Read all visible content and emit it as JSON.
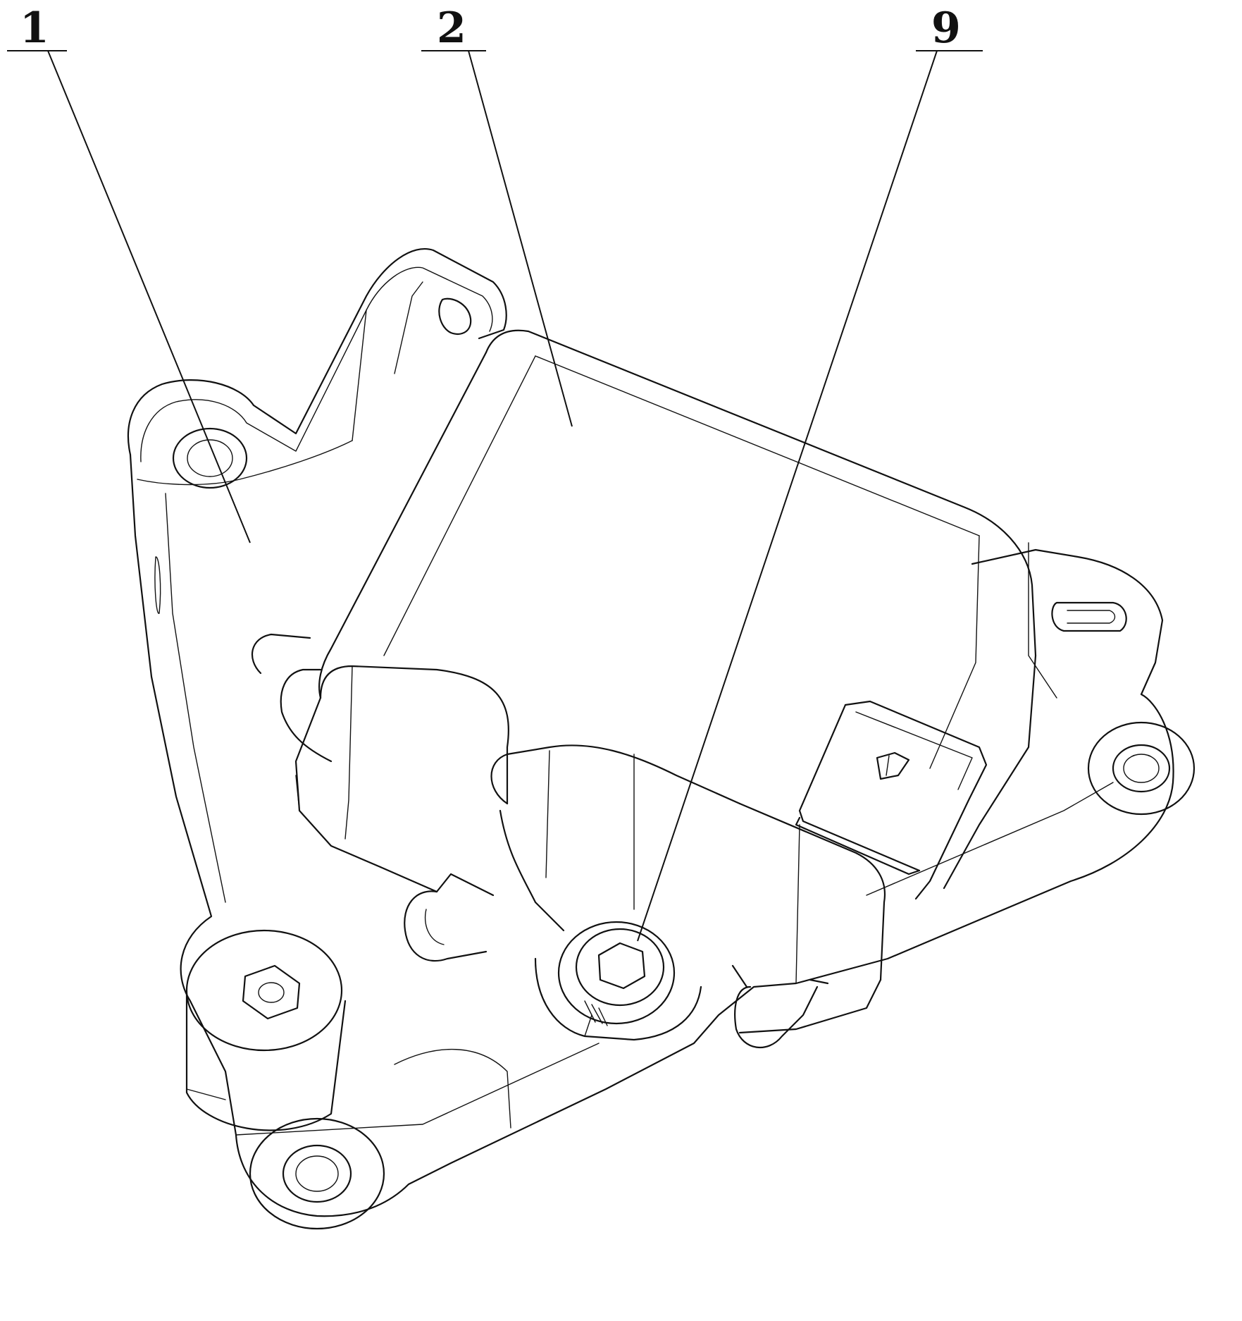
{
  "callouts": [
    {
      "id": "1",
      "label": "1"
    },
    {
      "id": "2",
      "label": "2"
    },
    {
      "id": "9",
      "label": "9"
    }
  ],
  "colors": {
    "line": "#111111",
    "background": "#ffffff"
  }
}
